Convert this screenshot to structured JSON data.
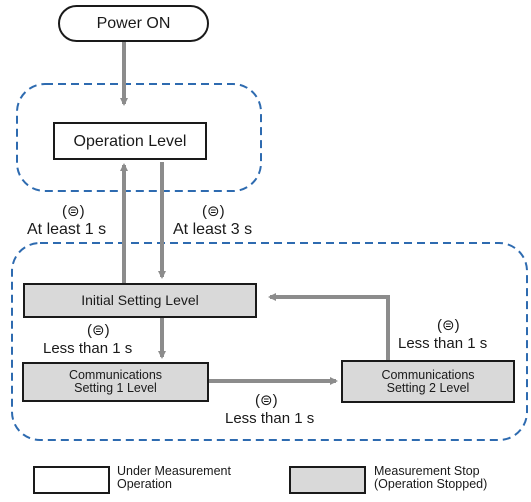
{
  "nodes": {
    "power_on": "Power ON",
    "operation_level": "Operation Level",
    "initial_setting_level": "Initial Setting Level",
    "comm1": {
      "line1": "Communications",
      "line2": "Setting 1 Level"
    },
    "comm2": {
      "line1": "Communications",
      "line2": "Setting 2 Level"
    }
  },
  "key_symbol": "(⊜)",
  "transitions": {
    "op_to_initial": "At least 3 s",
    "initial_to_op": "At least 1 s",
    "initial_to_comm1": "Less than 1 s",
    "comm1_to_comm2": "Less than 1 s",
    "comm2_to_initial": "Less than 1 s"
  },
  "legend": {
    "under_measurement": {
      "line1": "Under Measurement",
      "line2": "Operation"
    },
    "measurement_stop": {
      "line1": "Measurement Stop",
      "line2": "(Operation Stopped)"
    }
  },
  "colors": {
    "region_border": "#2e6bb0",
    "arrow": "#8c8c8c",
    "stopped_fill": "#d9d9d9"
  }
}
